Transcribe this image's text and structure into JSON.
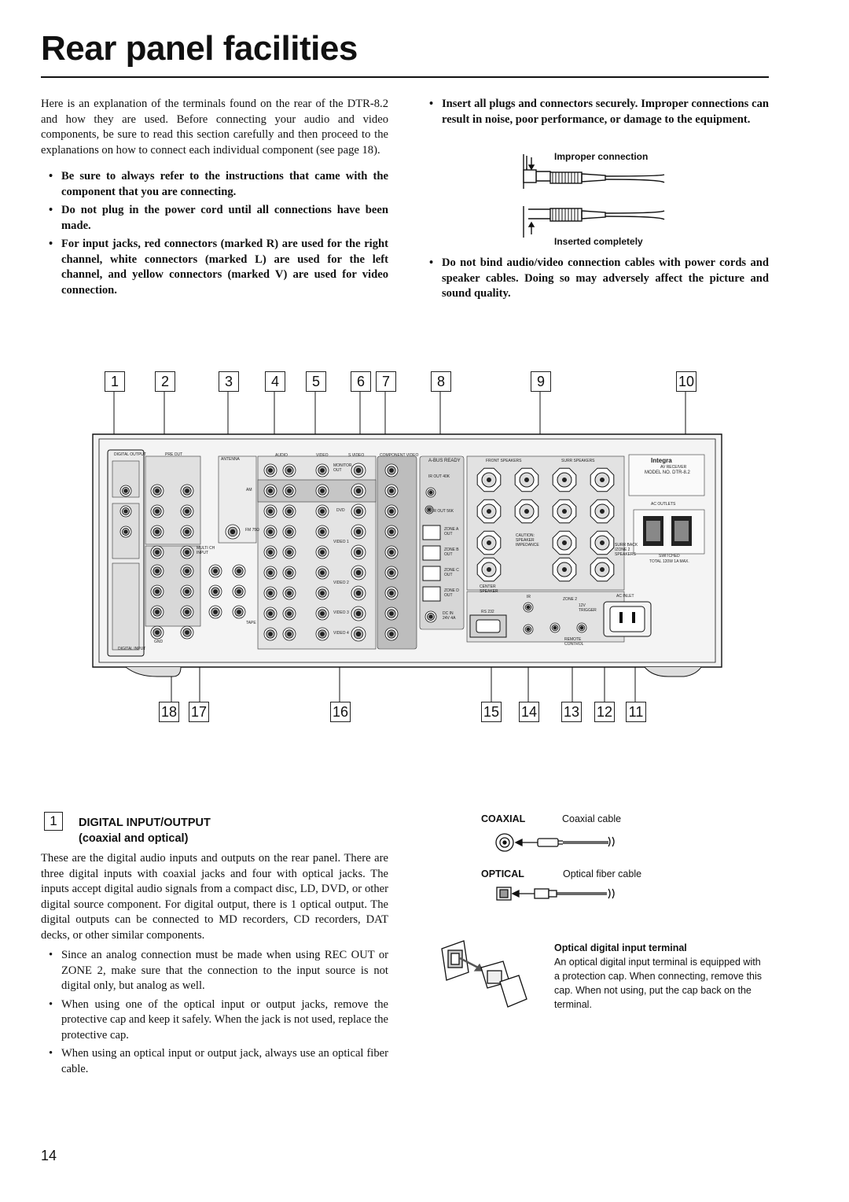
{
  "page": {
    "title": "Rear panel facilities",
    "page_number": "14"
  },
  "intro": {
    "paragraph": "Here is an explanation of the terminals found on the rear of the DTR-8.2 and how they are used. Before connecting your audio and video components, be sure to read this section carefully and then proceed to the explanations on how to connect each individual component (see page 18).",
    "bullets": [
      "Be sure to always refer to the instructions that came with the component that you are connecting.",
      "Do not plug in the power cord until all connections have been made.",
      "For input jacks, red connectors (marked R) are used for the right channel, white connectors (marked L) are used for the left channel, and yellow connectors (marked V) are used for video connection."
    ]
  },
  "right_notes": {
    "bullet1": "Insert all plugs and connectors securely. Improper connections can result in noise, poor performance, or damage to the equipment.",
    "improper_label": "Improper connection",
    "inserted_label": "Inserted completely",
    "bullet2": "Do not bind audio/video connection cables with power cords and speaker cables. Doing so may adversely affect the picture and sound quality."
  },
  "callouts": {
    "top": [
      "1",
      "2",
      "3",
      "4",
      "5",
      "6",
      "7",
      "8",
      "9",
      "10"
    ],
    "bottom": [
      "18",
      "17",
      "16",
      "15",
      "14",
      "13",
      "12",
      "11"
    ]
  },
  "panel": {
    "brand": "Integra",
    "model_line1": "AV RECEIVER",
    "model_line2": "MODEL NO. DTR-8.2",
    "labels": {
      "digital_output": "DIGITAL OUTPUT",
      "pre_out": "PRE OUT",
      "antenna": "ANTENNA",
      "audio": "AUDIO",
      "video": "VIDEO",
      "s_video": "S VIDEO",
      "component_video": "COMPONENT VIDEO",
      "front_speakers": "FRONT SPEAKERS",
      "surr_speakers": "SURR SPEAKERS",
      "ac_outlets": "AC OUTLETS",
      "ac_inlet": "AC INLET",
      "switched": "SWITCHED",
      "total": "TOTAL 120W 1A MAX.",
      "caution": "CAUTION: SPEAKER IMPEDANCE",
      "center_speaker": "CENTER SPEAKER",
      "surr_back_zone2": "SURR BACK /ZONE 2 SPEAKERS",
      "rs232": "RS 232",
      "ir": "IR",
      "zone2": "ZONE 2",
      "trigger": "12V TRIGGER",
      "remote_control": "REMOTE CONTROL",
      "multi_ch_input": "MULTI CH INPUT",
      "gnd": "GND",
      "digital_input": "DIGITAL INPUT",
      "tape": "TAPE",
      "monitor_out": "MONITOR OUT",
      "dvd": "DVD",
      "video1": "VIDEO 1",
      "video2": "VIDEO 2",
      "video3": "VIDEO 3",
      "video4": "VIDEO 4",
      "zone_a_out": "ZONE A OUT",
      "zone_b_out": "ZONE B OUT",
      "zone_c_out": "ZONE C OUT",
      "zone_d_out": "ZONE D OUT",
      "dc_in": "DC IN 24V 4A",
      "ir_out_40k": "IR OUT 40K",
      "ir_out_56k": "IR OUT 56K",
      "bus_ready": "A-BUS READY",
      "fm": "FM 75Ω",
      "am": "AM"
    }
  },
  "section1": {
    "number": "1",
    "title_line1": "DIGITAL INPUT/OUTPUT",
    "title_line2": "(coaxial and optical)",
    "paragraph": "These are the digital audio inputs and outputs on the rear panel. There are three digital inputs with coaxial jacks and four with optical jacks. The inputs accept digital audio signals from a compact disc, LD, DVD, or other digital source component. For digital output, there is 1 optical output. The digital outputs can be connected to MD recorders, CD recorders, DAT decks, or other similar components.",
    "bullets": [
      "Since an analog connection must be made when using REC OUT or ZONE 2, make sure that the connection to the input source is not digital only, but analog as well.",
      "When using one of the optical input or output jacks, remove the protective cap and keep it safely. When the jack is not used, replace the protective cap.",
      "When using an optical input or output jack, always use an optical fiber cable."
    ]
  },
  "cables": {
    "coaxial_label": "COAXIAL",
    "coaxial_cable": "Coaxial cable",
    "optical_label": "OPTICAL",
    "optical_cable": "Optical fiber cable"
  },
  "optical_note": {
    "heading": "Optical digital input terminal",
    "text": "An optical digital input terminal is equipped with a protection cap. When connecting, remove this cap. When not using, put the cap back on the terminal."
  }
}
